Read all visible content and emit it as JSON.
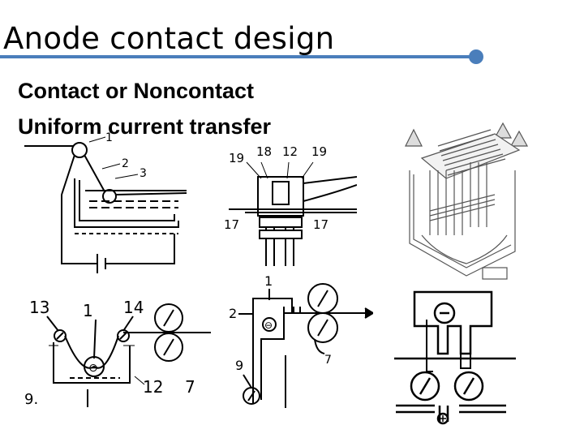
{
  "slide": {
    "title": "Anode contact design",
    "bullets": [
      "Contact or Noncontact",
      "Uniform current transfer"
    ],
    "accent_color": "#4a7ebb"
  },
  "figures": {
    "top_left": {
      "labels": [
        "1",
        "2",
        "3"
      ]
    },
    "top_middle": {
      "labels": [
        "19",
        "18",
        "12",
        "19",
        "17",
        "17"
      ]
    },
    "top_right": {
      "labels": []
    },
    "bottom_left": {
      "labels": [
        "13",
        "1",
        "14",
        "12",
        "7",
        "9."
      ]
    },
    "bottom_middle": {
      "labels": [
        "1",
        "2",
        "9",
        "7"
      ]
    },
    "bottom_right": {
      "labels": []
    }
  }
}
